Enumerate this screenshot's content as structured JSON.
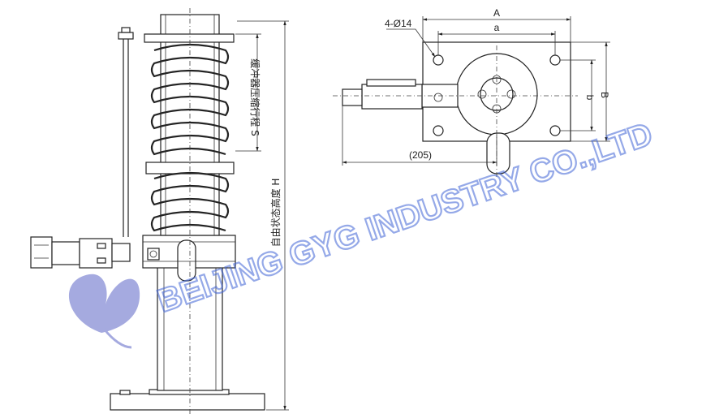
{
  "labels": {
    "dim_A": "A",
    "dim_a": "a",
    "dim_B": "B",
    "dim_b": "b",
    "hole_spec": "4-Ø14",
    "dim_205": "(205)",
    "stroke_label": "缓冲器压缩行程 S",
    "height_label": "自由状态高度 H"
  },
  "watermark": {
    "text": "BEIJING GYG INDUSTRY CO.,LTD",
    "color": "#3f63d6",
    "logo_color": "#8f95d8"
  }
}
